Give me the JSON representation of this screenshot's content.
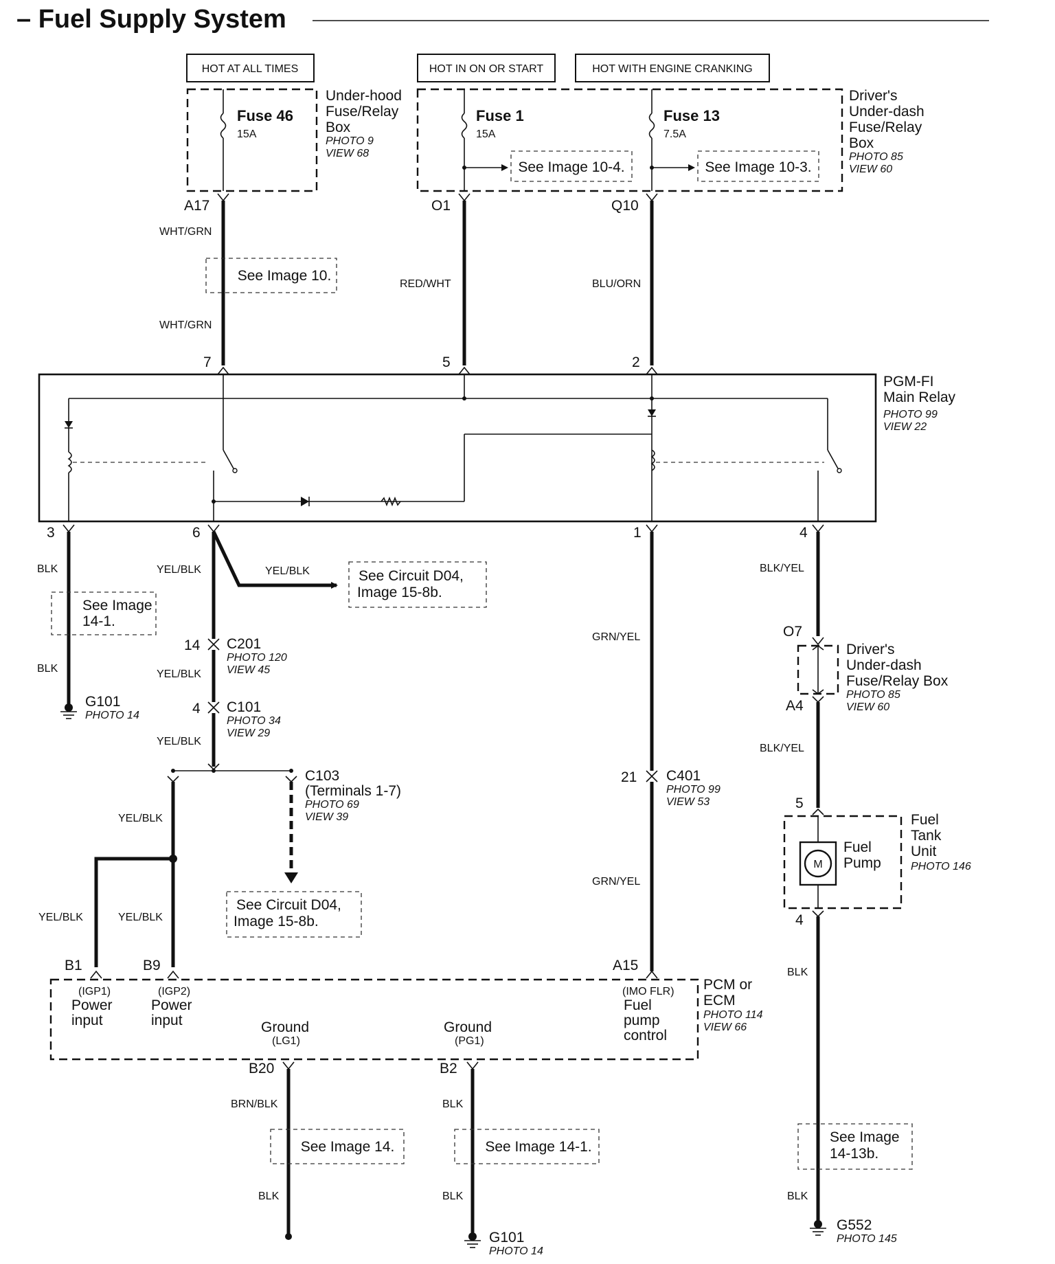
{
  "title": "– Fuel Supply System",
  "sources": {
    "hot_all_times": "HOT AT ALL TIMES",
    "hot_in_on": "HOT IN ON OR START",
    "hot_cranking": "HOT WITH ENGINE CRANKING"
  },
  "underhood_box": {
    "label": [
      "Under-hood",
      "Fuse/Relay",
      "Box"
    ],
    "photo": "PHOTO 9",
    "view": "VIEW 68",
    "fuse_name": "Fuse 46",
    "fuse_rating": "15A",
    "pin": "A17"
  },
  "underdash_box": {
    "label": [
      "Driver's",
      "Under-dash",
      "Fuse/Relay",
      "Box"
    ],
    "photo": "PHOTO 85",
    "view": "VIEW 60",
    "fuse1_name": "Fuse 1",
    "fuse1_rating": "15A",
    "fuse13_name": "Fuse 13",
    "fuse13_rating": "7.5A",
    "ref1": "See Image 10-4.",
    "ref2": "See Image 10-3.",
    "pin1": "O1",
    "pin2": "Q10"
  },
  "wires": {
    "wht_grn": "WHT/GRN",
    "red_wht": "RED/WHT",
    "blu_orn": "BLU/ORN",
    "blk": "BLK",
    "yel_blk": "YEL/BLK",
    "grn_yel": "GRN/YEL",
    "blk_yel": "BLK/YEL",
    "brn_blk": "BRN/BLK"
  },
  "ref_image10": "See Image 10.",
  "relay": {
    "label": [
      "PGM-FI",
      "Main Relay"
    ],
    "photo": "PHOTO 99",
    "view": "VIEW 22",
    "top_pins": [
      "7",
      "5",
      "2"
    ],
    "bottom_pins": [
      "3",
      "6",
      "1",
      "4"
    ]
  },
  "ref_14_1_a": [
    "See Image",
    "14-1."
  ],
  "ref_d04_a": [
    "See Circuit D04,",
    "Image 15-8b."
  ],
  "ref_d04_b": [
    "See Circuit D04,",
    "Image 15-8b."
  ],
  "c201": {
    "pin": "14",
    "name": "C201",
    "photo": "PHOTO 120",
    "view": "VIEW 45"
  },
  "c101": {
    "pin": "4",
    "name": "C101",
    "photo": "PHOTO 34",
    "view": "VIEW 29"
  },
  "c103": {
    "name": "C103",
    "terminals": "(Terminals 1-7)",
    "photo": "PHOTO 69",
    "view": "VIEW 39"
  },
  "c401": {
    "pin": "21",
    "name": "C401",
    "photo": "PHOTO 99",
    "view": "VIEW 53"
  },
  "g101_left": {
    "name": "G101",
    "photo": "PHOTO 14"
  },
  "dash_box_2": {
    "pin_top": "O7",
    "pin_bottom": "A4",
    "label": [
      "Driver's",
      "Under-dash",
      "Fuse/Relay Box"
    ],
    "photo": "PHOTO 85",
    "view": "VIEW 60"
  },
  "fuel_tank": {
    "pin_top": "5",
    "pin_bottom": "4",
    "pump_label": [
      "Fuel",
      "Pump"
    ],
    "motor": "M",
    "label": [
      "Fuel",
      "Tank",
      "Unit"
    ],
    "photo": "PHOTO 146"
  },
  "pcm": {
    "label": [
      "PCM or",
      "ECM"
    ],
    "photo": "PHOTO 114",
    "view": "VIEW 66",
    "b1": "B1",
    "b9": "B9",
    "a15": "A15",
    "b20": "B20",
    "b2": "B2",
    "igp1": "(IGP1)",
    "igp2": "(IGP2)",
    "power": "Power",
    "input": "input",
    "imo": "(IMO FLR)",
    "fpc": [
      "Fuel",
      "pump",
      "control"
    ],
    "ground": "Ground",
    "lg1": "(LG1)",
    "pg1": "(PG1)"
  },
  "ref_image14": "See Image 14.",
  "ref_image14_1": "See Image 14-1.",
  "ref_14_13b": [
    "See Image",
    "14-13b."
  ],
  "g101_bottom": {
    "name": "G101",
    "photo": "PHOTO 14"
  },
  "g552": {
    "name": "G552",
    "photo": "PHOTO 145"
  }
}
